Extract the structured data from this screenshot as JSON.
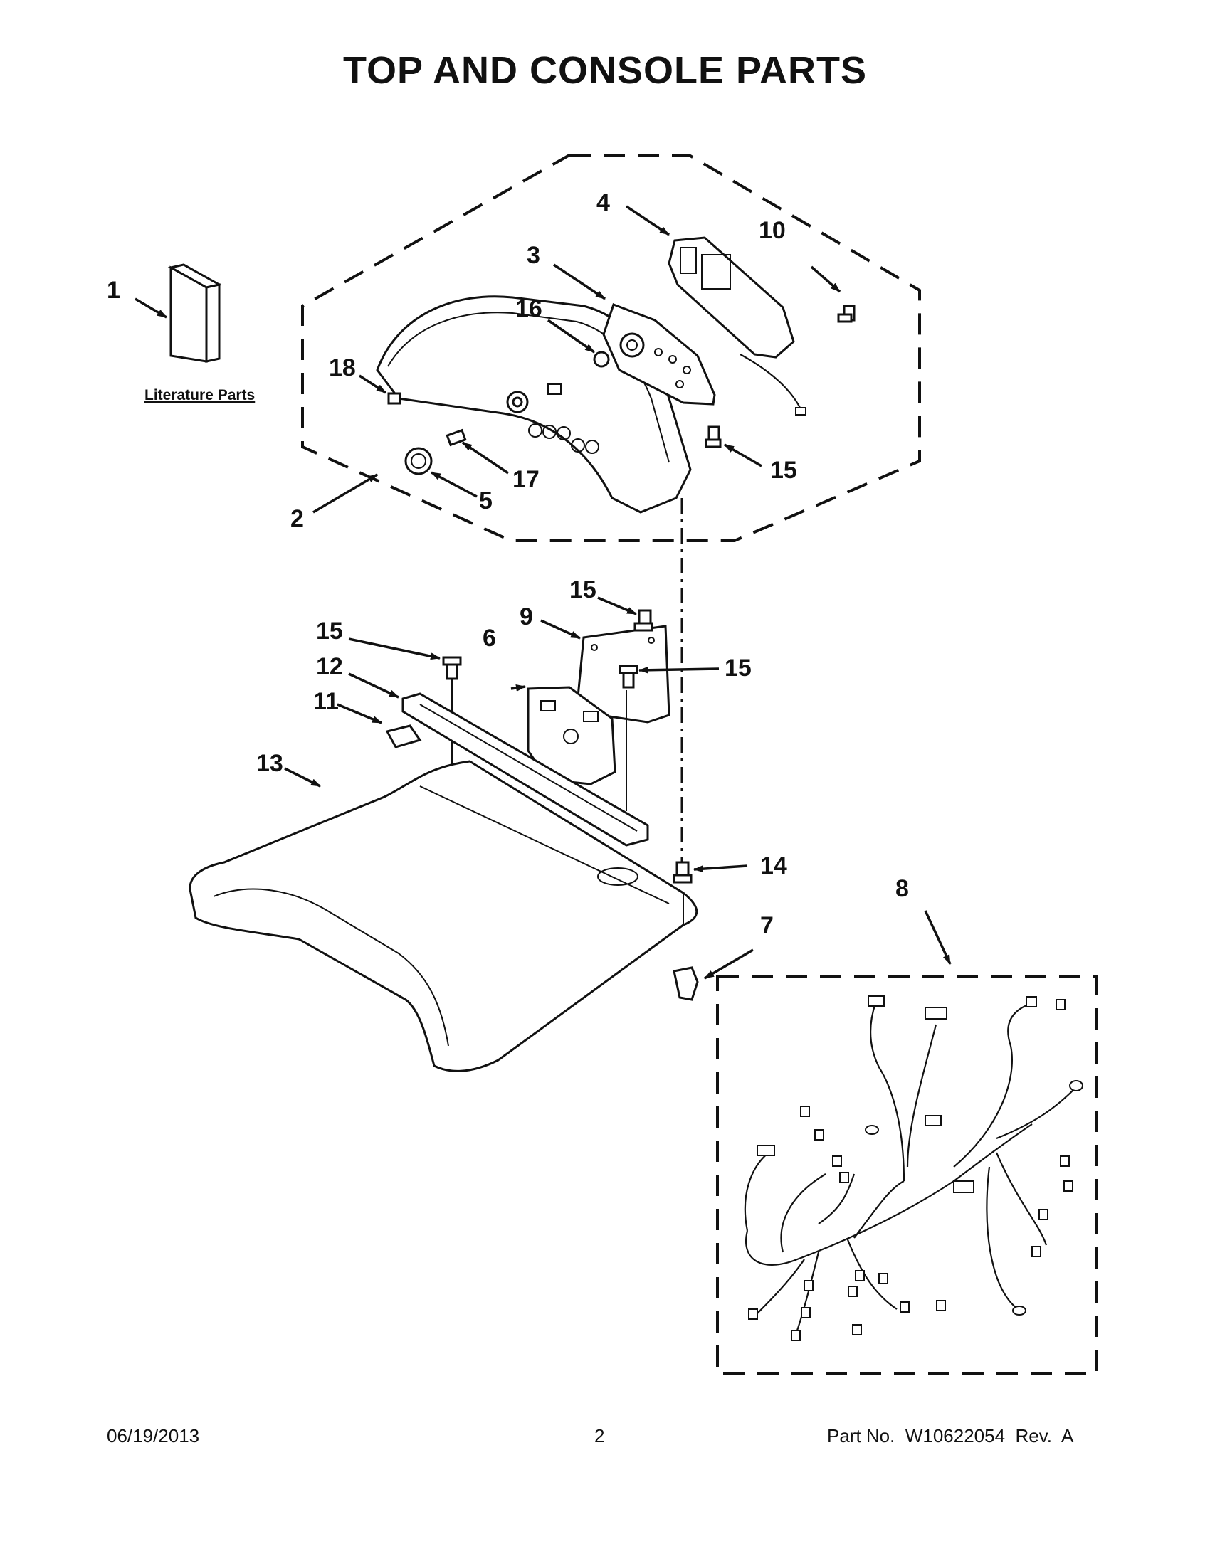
{
  "title": "TOP AND CONSOLE PARTS",
  "literature_label": "Literature Parts",
  "callouts": [
    {
      "id": "c1",
      "label": "1"
    },
    {
      "id": "c2",
      "label": "2"
    },
    {
      "id": "c3",
      "label": "3"
    },
    {
      "id": "c4",
      "label": "4"
    },
    {
      "id": "c5",
      "label": "5"
    },
    {
      "id": "c6",
      "label": "6"
    },
    {
      "id": "c7",
      "label": "7"
    },
    {
      "id": "c8",
      "label": "8"
    },
    {
      "id": "c9",
      "label": "9"
    },
    {
      "id": "c10",
      "label": "10"
    },
    {
      "id": "c11",
      "label": "11"
    },
    {
      "id": "c12",
      "label": "12"
    },
    {
      "id": "c13",
      "label": "13"
    },
    {
      "id": "c14",
      "label": "14"
    },
    {
      "id": "c15a",
      "label": "15"
    },
    {
      "id": "c15b",
      "label": "15"
    },
    {
      "id": "c15c",
      "label": "15"
    },
    {
      "id": "c15d",
      "label": "15"
    },
    {
      "id": "c16",
      "label": "16"
    },
    {
      "id": "c17",
      "label": "17"
    },
    {
      "id": "c18",
      "label": "18"
    }
  ],
  "footer": {
    "date": "06/19/2013",
    "page": "2",
    "part_no": "Part No.  W10622054  Rev.  A"
  }
}
